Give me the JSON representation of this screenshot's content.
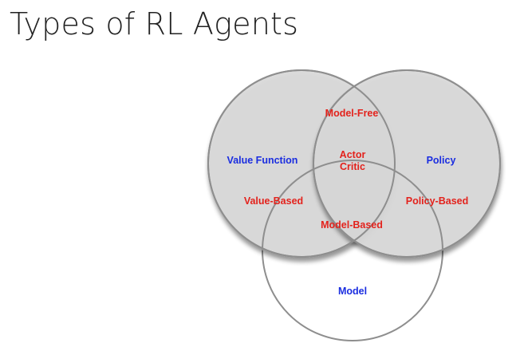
{
  "slide": {
    "title": "Types of RL Agents"
  },
  "diagram": {
    "colors": {
      "blue": "#1a2de0",
      "red": "#e3221c",
      "fill": "#d9d9d9",
      "stroke": "#8e8e8e"
    },
    "circles": {
      "value_function": "Value Function",
      "policy": "Policy",
      "model": "Model"
    },
    "regions": {
      "model_free": "Model-Free",
      "actor": "Actor",
      "critic": "Critic",
      "value_based": "Value-Based",
      "policy_based": "Policy-Based",
      "model_based": "Model-Based"
    }
  }
}
